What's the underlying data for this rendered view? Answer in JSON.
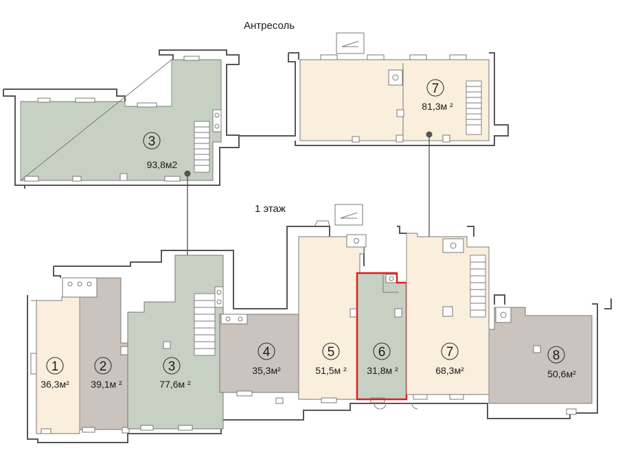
{
  "headings": {
    "mezzanine": "Антресоль",
    "first_floor": "1 этаж"
  },
  "colors": {
    "green": "#c6d1c3",
    "beige": "#faeedd",
    "taupe": "#cbc3be",
    "highlight": "#e01b1b",
    "wall": "#555555"
  },
  "mezzanine_units": [
    {
      "number": "3",
      "area": "93,8м2",
      "fill": "green"
    },
    {
      "number": "7",
      "area": "81,3м ²",
      "fill": "beige"
    }
  ],
  "first_floor_units": [
    {
      "number": "1",
      "area": "36,3м²",
      "fill": "beige"
    },
    {
      "number": "2",
      "area": "39,1м ²",
      "fill": "taupe"
    },
    {
      "number": "3",
      "area": "77,6м ²",
      "fill": "green"
    },
    {
      "number": "4",
      "area": "35,3м²",
      "fill": "taupe"
    },
    {
      "number": "5",
      "area": "51,5м ²",
      "fill": "beige"
    },
    {
      "number": "6",
      "area": "31,8м ²",
      "fill": "green",
      "selected": true
    },
    {
      "number": "7",
      "area": "68,3м²",
      "fill": "beige"
    },
    {
      "number": "8",
      "area": "50,6м²",
      "fill": "taupe"
    }
  ]
}
